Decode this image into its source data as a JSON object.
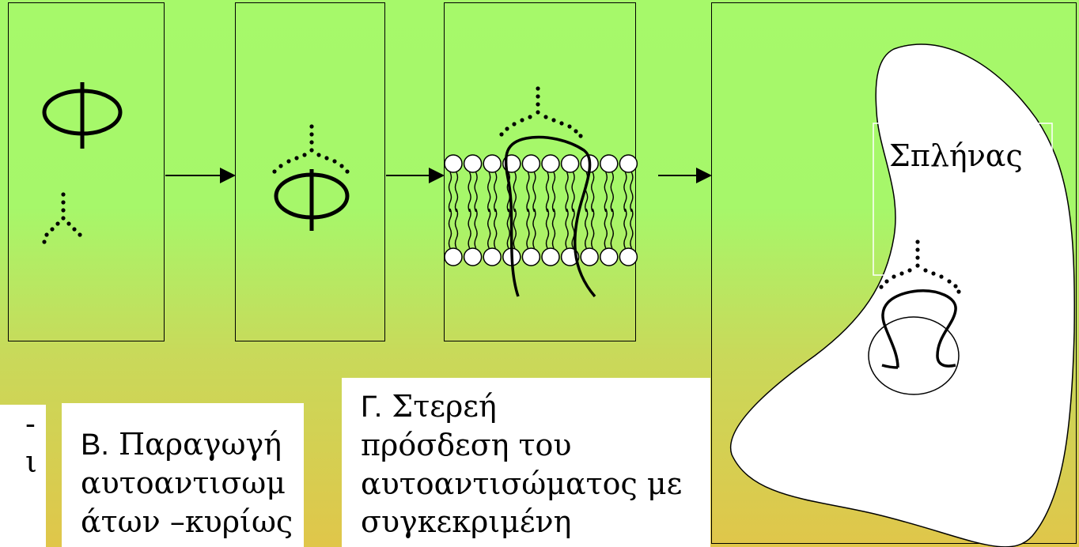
{
  "spleen_label": "Σπλήνας",
  "box_a": {
    "line1": "",
    "line2": "-",
    "line3": "ι"
  },
  "box_b": {
    "letter": "B.",
    "line1": " Παραγωγή",
    "line2": "αυτοαντισωμ",
    "line3": "άτων –κυρίως"
  },
  "box_c": {
    "letter": "Γ.",
    "line1": " Στερεή",
    "line2": "πρόσδεση του",
    "line3": "αυτοαντισώματος με",
    "line4": "συγκεκριμένη"
  },
  "colors": {
    "bg_top": "#a6f96a",
    "bg_bottom": "#e0c64a",
    "stroke": "#000000",
    "fill": "#ffffff"
  }
}
